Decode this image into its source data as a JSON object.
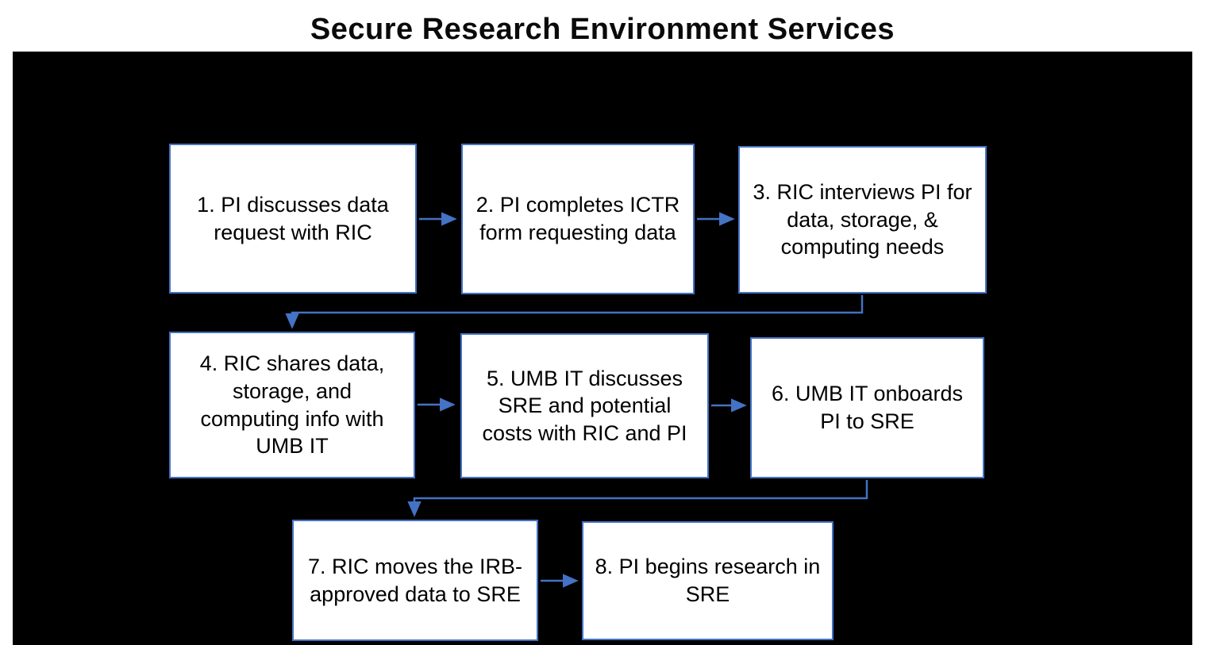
{
  "title": "Secure Research Environment Services",
  "flow": {
    "boxes": [
      {
        "step": 1,
        "label": "1. PI discusses data request with RIC"
      },
      {
        "step": 2,
        "label": "2. PI completes ICTR form requesting data"
      },
      {
        "step": 3,
        "label": "3. RIC interviews PI for data, storage, & computing needs"
      },
      {
        "step": 4,
        "label": "4. RIC shares data, storage, and computing info with UMB IT"
      },
      {
        "step": 5,
        "label": "5. UMB IT discusses SRE and potential costs with RIC and PI"
      },
      {
        "step": 6,
        "label": "6. UMB IT onboards PI to SRE"
      },
      {
        "step": 7,
        "label": "7. RIC moves the IRB-approved data to SRE"
      },
      {
        "step": 8,
        "label": "8. PI begins research in SRE"
      }
    ],
    "colors": {
      "background": "#000000",
      "box_fill": "#FFFFFF",
      "box_border": "#4472C4",
      "arrow": "#4472C4",
      "text": "#000000",
      "title_text": "#0A0A0A"
    }
  }
}
